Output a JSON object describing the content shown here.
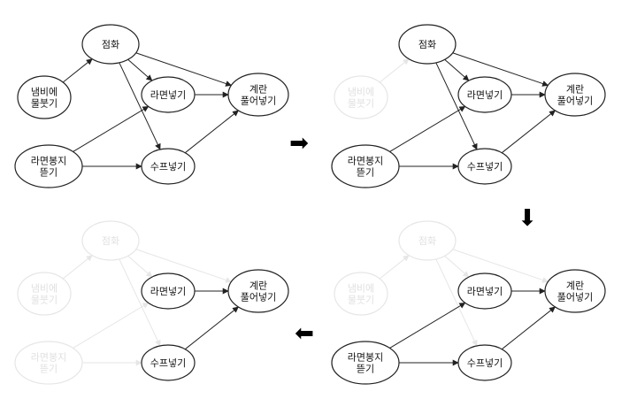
{
  "nodes": {
    "ignite": [
      "점화"
    ],
    "pour_water": [
      "냄비에",
      "물붓기"
    ],
    "put_ramen": [
      "라면넣기"
    ],
    "add_egg": [
      "계란",
      "풀어넣기"
    ],
    "open_ramen": [
      "라면봉지",
      "뜯기"
    ],
    "put_soup": [
      "수프넣기"
    ]
  },
  "arrows": {
    "right": "➡",
    "down": "⬇",
    "left": "⬅"
  },
  "panels": [
    {
      "id": "step-1",
      "active": [
        "ignite",
        "pour_water",
        "put_ramen",
        "add_egg",
        "open_ramen",
        "put_soup"
      ],
      "faded": []
    },
    {
      "id": "step-2",
      "active": [
        "ignite",
        "put_ramen",
        "add_egg",
        "open_ramen",
        "put_soup"
      ],
      "faded": [
        "pour_water"
      ]
    },
    {
      "id": "step-3",
      "active": [
        "put_ramen",
        "add_egg",
        "open_ramen",
        "put_soup"
      ],
      "faded": [
        "ignite",
        "pour_water"
      ]
    },
    {
      "id": "step-4",
      "active": [
        "put_ramen",
        "add_egg",
        "put_soup"
      ],
      "faded": [
        "ignite",
        "pour_water",
        "open_ramen"
      ]
    }
  ],
  "edges": [
    [
      "pour_water",
      "ignite"
    ],
    [
      "ignite",
      "put_ramen"
    ],
    [
      "ignite",
      "put_soup"
    ],
    [
      "ignite",
      "add_egg"
    ],
    [
      "put_ramen",
      "add_egg"
    ],
    [
      "open_ramen",
      "put_ramen"
    ],
    [
      "open_ramen",
      "put_soup"
    ],
    [
      "put_soup",
      "add_egg"
    ]
  ],
  "colors": {
    "active_stroke": "#222222",
    "active_text": "#111111",
    "faded_stroke": "#e6e6e6",
    "faded_text": "#e0e0e0",
    "arrow": "#000000"
  }
}
